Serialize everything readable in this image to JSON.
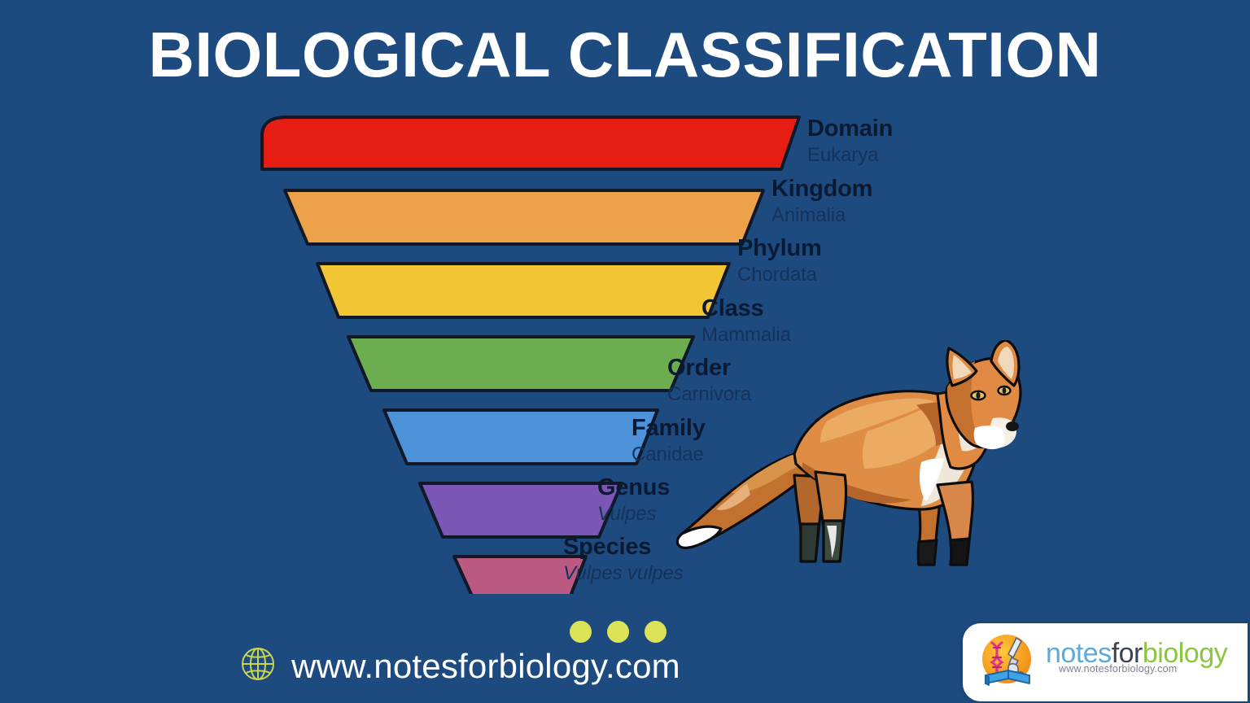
{
  "page": {
    "title": "BIOLOGICAL CLASSIFICATION",
    "background_color": "#1d4b80",
    "title_color": "#ffffff"
  },
  "funnel": {
    "levels": [
      {
        "rank": "Domain",
        "taxon": "Eukarya",
        "color": "#e51d12",
        "italic": false
      },
      {
        "rank": "Kingdom",
        "taxon": "Animalia",
        "color": "#eda148",
        "italic": false
      },
      {
        "rank": "Phylum",
        "taxon": "Chordata",
        "color": "#f1c533",
        "italic": false
      },
      {
        "rank": "Class",
        "taxon": "Mammalia",
        "color": "#6cae4f",
        "italic": false
      },
      {
        "rank": "Order",
        "taxon": "Carnivora",
        "color": "#4d92d9",
        "italic": false
      },
      {
        "rank": "Family",
        "taxon": "Canidae",
        "color": "#7a57b5",
        "italic": false
      },
      {
        "rank": "Genus",
        "taxon": "Vulpes",
        "color": "#ba5982",
        "italic": true
      },
      {
        "rank": "Species",
        "taxon": "Vulpes vulpes",
        "color": "#cc85c0",
        "italic": true
      }
    ],
    "outline_color": "#111827",
    "rank_label_color": "#0b1a33",
    "taxon_label_color": "#16315a"
  },
  "illustration": {
    "name": "red-fox",
    "colors": {
      "fur_main": "#e08a43",
      "fur_light": "#eaa860",
      "fur_dark": "#b5652c",
      "fur_deep": "#8e4a1f",
      "belly_white": "#f2ece2",
      "tail_tip": "#ffffff",
      "leg_black": "#1a1a1a",
      "eye": "#e8c55a",
      "nose": "#141414",
      "outline": "#0d0d0d"
    }
  },
  "footer": {
    "dots": [
      "dot",
      "dot",
      "dot"
    ],
    "dot_color": "#dbe356",
    "globe_icon": "globe-icon",
    "url": "www.notesforbiology.com",
    "url_color": "#ffffff"
  },
  "logo": {
    "icon": "microscope-dna-book-icon",
    "wordmark_part1": "notes",
    "wordmark_part2": "for",
    "wordmark_part3": "biology",
    "subtitle": "www.notesforbiology.com",
    "color_notes": "#5ba9dd",
    "color_for": "#3c4452",
    "color_biology": "#8cc63f",
    "badge_color": "#ffffff"
  }
}
